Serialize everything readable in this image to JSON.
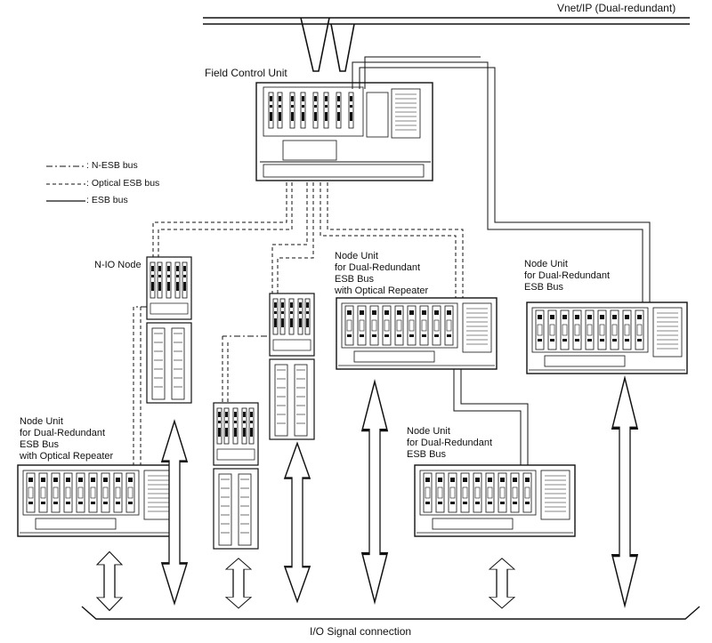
{
  "network_label": "Vnet/IP (Dual-redundant)",
  "fcu_label": "Field Control Unit",
  "legend": {
    "n_esb": ": N-ESB bus",
    "optical": ": Optical ESB bus",
    "esb": ": ESB bus"
  },
  "nio_label": "N-IO Node",
  "node_optical_top": [
    "Node Unit",
    "for Dual-Redundant",
    "ESB Bus",
    "with Optical Repeater"
  ],
  "node_right_top": [
    "Node Unit",
    "for Dual-Redundant",
    "ESB Bus"
  ],
  "node_left": [
    "Node Unit",
    "for Dual-Redundant",
    "ESB Bus",
    "with Optical Repeater"
  ],
  "node_right_bottom": [
    "Node Unit",
    "for Dual-Redundant",
    "ESB Bus"
  ],
  "io_label": "I/O Signal connection"
}
